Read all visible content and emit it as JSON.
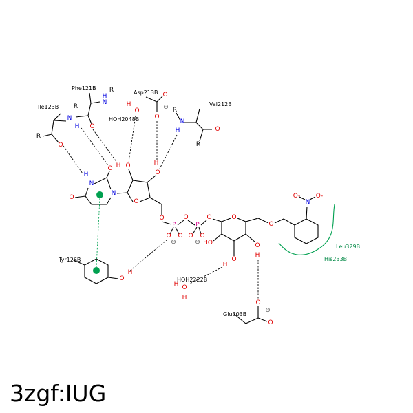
{
  "title": "3zgf:IUG",
  "residues": {
    "ile": "Ile123B",
    "phe": "Phe121B",
    "asp": "Asp213B",
    "val": "Val212B",
    "hoh1": "HOH2048B",
    "hoh2": "HOH2222B",
    "glu": "Glu303B",
    "tyr": "Tyr126B",
    "leu": "Leu329B",
    "his": "His233B"
  },
  "atoms": {
    "O": "O",
    "N": "N",
    "H": "H",
    "P": "P",
    "R": "R",
    "HO": "HO",
    "minus": "⊖",
    "ominus": "O-"
  },
  "colors": {
    "oxygen": "#e00000",
    "nitrogen": "#0000e0",
    "phosphorus": "#d4008a",
    "hydrophobic": "#008844"
  }
}
